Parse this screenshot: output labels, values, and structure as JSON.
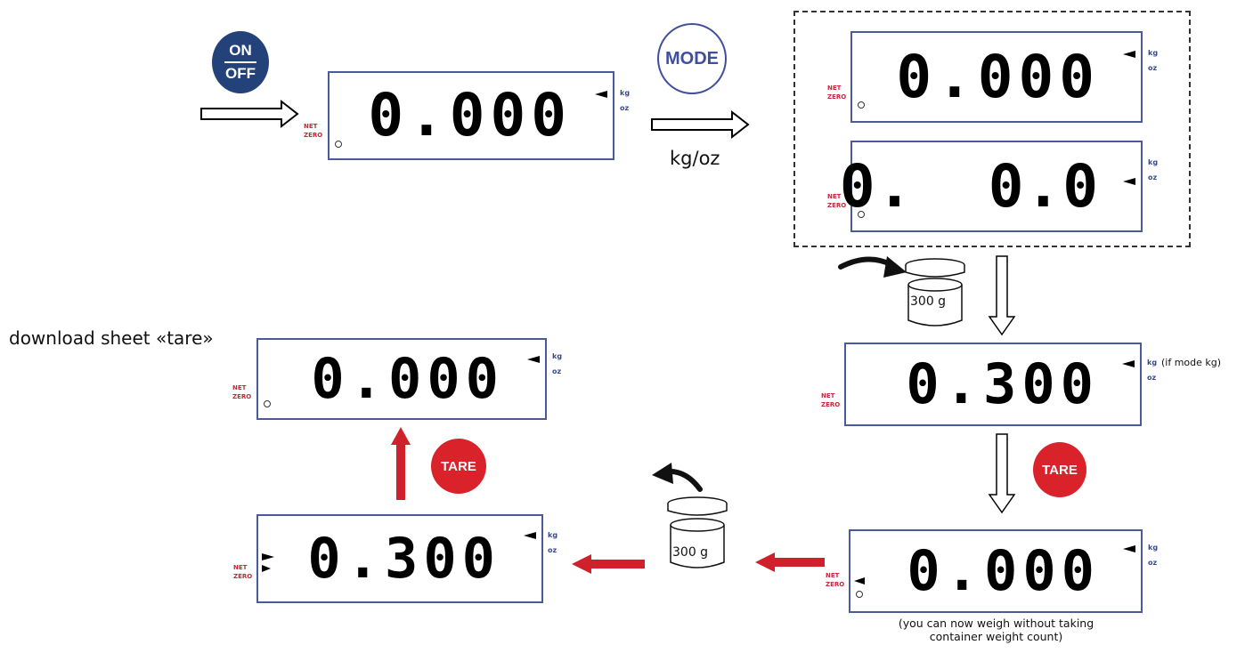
{
  "buttons": {
    "on_off": {
      "top": "ON",
      "bottom": "OFF"
    },
    "mode": "MODE",
    "tare_1": "TARE",
    "tare_2": "TARE"
  },
  "display_labels": {
    "net": "NET",
    "zero": "ZERO",
    "kg": "kg",
    "oz": "oz"
  },
  "displays": {
    "d1": "0.000",
    "d2_kg": "0.000",
    "d2_oz": "0.  0.0",
    "d3": "0.300",
    "d4": "0.000",
    "d5": "0.300",
    "d6": "0.000"
  },
  "weights": {
    "w1": "300 g",
    "w2": "300 g"
  },
  "labels": {
    "kg_oz": "kg/oz",
    "if_mode_kg": "(if mode kg)",
    "download": "download sheet «tare»",
    "note_line1": "(you can now weigh without taking",
    "note_line2": "container weight count)"
  },
  "colors": {
    "display_border": "#4b5a9b",
    "on_off": "#24427a",
    "mode": "#3f4f9c",
    "tare": "#d9222a",
    "red_arrow": "#d0202c",
    "net_zero": "#c8283a"
  }
}
